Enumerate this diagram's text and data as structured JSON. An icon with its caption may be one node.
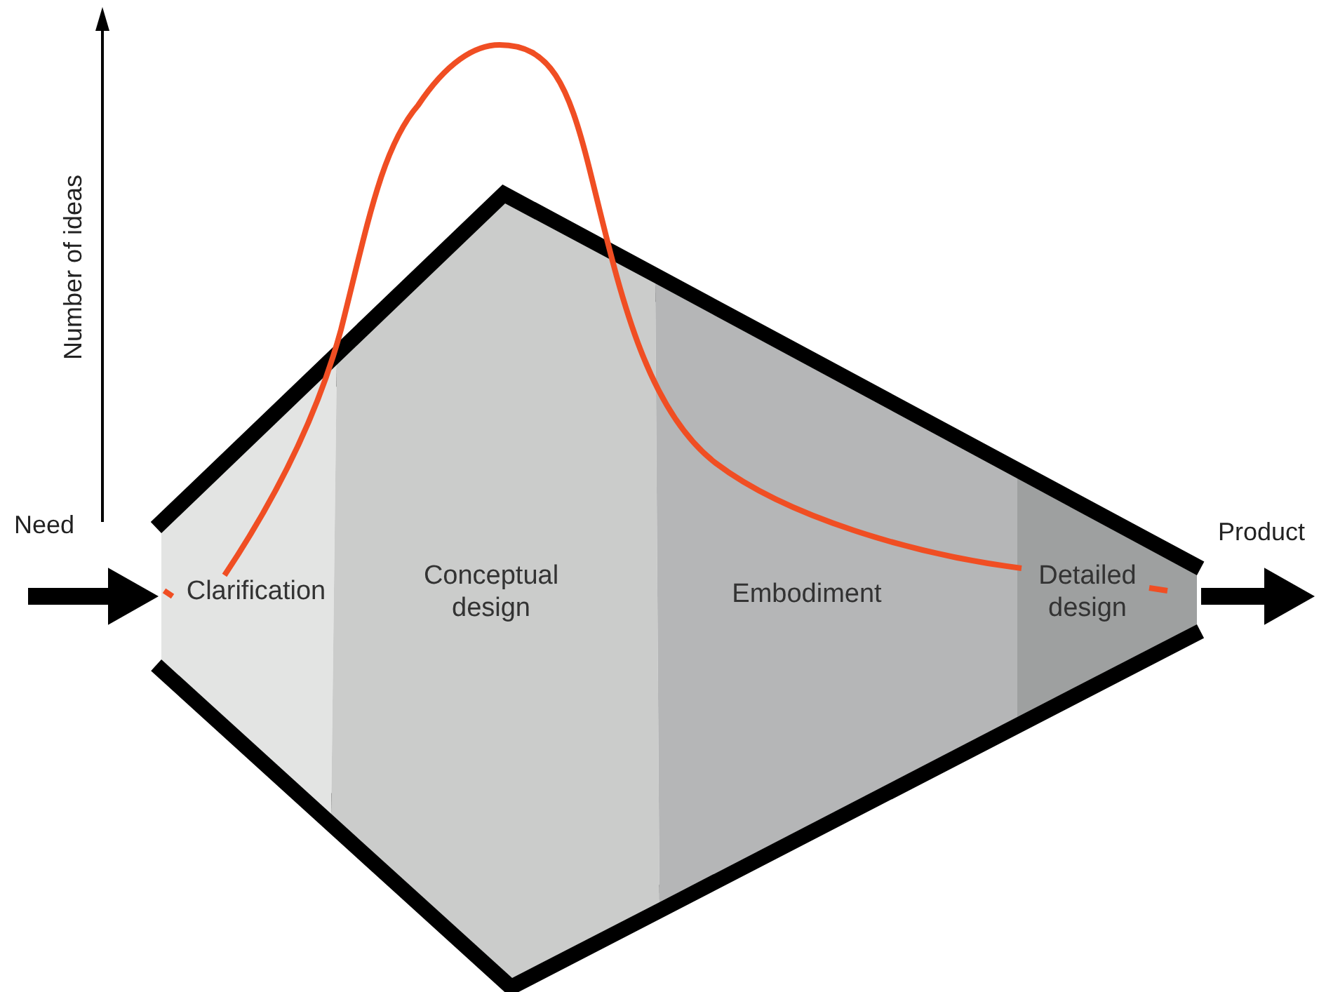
{
  "diagram": {
    "nodes": [
      {
        "text": [
          "Clarification"
        ]
      },
      {
        "text": [
          "Conceptual design"
        ]
      },
      {
        "text": [
          "Embodiment"
        ]
      },
      {
        "text": [
          "Detailed design"
        ]
      }
    ],
    "edges": [
      {
        "from": null,
        "to": 0,
        "arrow": "to"
      },
      {
        "from": 3,
        "to": null,
        "arrow": "to"
      }
    ],
    "labels": [
      "Need",
      "Product",
      "Number of ideas"
    ]
  }
}
